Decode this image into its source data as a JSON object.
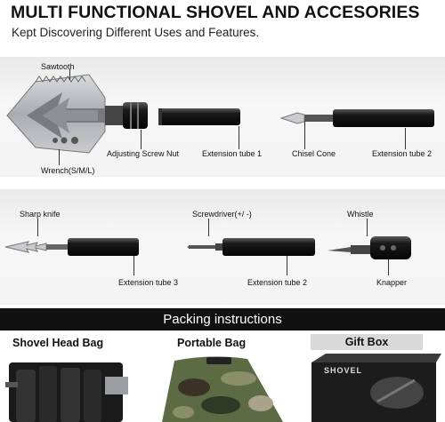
{
  "header": {
    "title": "MULTI FUNCTIONAL SHOVEL AND ACCESORIES",
    "subtitle": "Kept Discovering Different Uses and Features."
  },
  "row1": {
    "sawtooth": "Sawtooth",
    "adjusting_screw_nut": "Adjusting Screw Nut",
    "extension_tube_1": "Extension tube 1",
    "chisel_cone": "Chisel Cone",
    "extension_tube_2": "Extension tube 2",
    "wrench": "Wrench(S/M/L)"
  },
  "row2": {
    "sharp_knife": "Sharp knife",
    "screwdriver": "Screwdriver(+/ -)",
    "whistle": "Whistle",
    "extension_tube_3": "Extension tube 3",
    "extension_tube_2": "Extension tube 2",
    "knapper": "Knapper"
  },
  "packing": {
    "banner": "Packing instructions",
    "shovel_head_bag": "Shovel Head Bag",
    "portable_bag": "Portable Bag",
    "gift_box": "Gift Box",
    "box_print": "SHOVEL"
  },
  "colors": {
    "band_background": "#eeeeee",
    "banner_background": "#111111",
    "banner_text": "#ffffff",
    "gift_label_background": "#d9d9d9",
    "tube_black": "#141414",
    "blade_steel": "#b9bcc0"
  }
}
